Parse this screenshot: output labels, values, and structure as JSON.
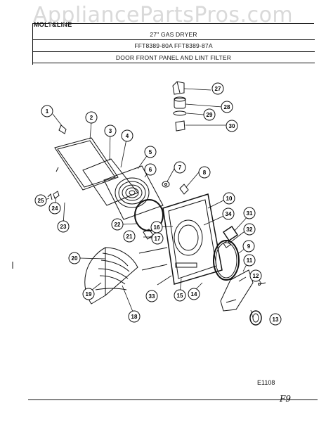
{
  "watermark": "AppliancePartsPros.com",
  "brand": "MOLT&LINE",
  "header": {
    "line1": "27\" GAS DRYER",
    "line2": "FFT8389-80A  FFT8389-87A",
    "line3": "DOOR FRONT PANEL AND LINT FILTER"
  },
  "figure_code": "E1108",
  "page_mark": "F9",
  "callouts": [
    "1",
    "2",
    "3",
    "4",
    "5",
    "6",
    "7",
    "8",
    "9",
    "10",
    "11",
    "12",
    "13",
    "14",
    "15",
    "16",
    "17",
    "18",
    "19",
    "20",
    "21",
    "22",
    "23",
    "24",
    "25",
    "27",
    "28",
    "29",
    "30",
    "31",
    "32",
    "33",
    "34"
  ]
}
